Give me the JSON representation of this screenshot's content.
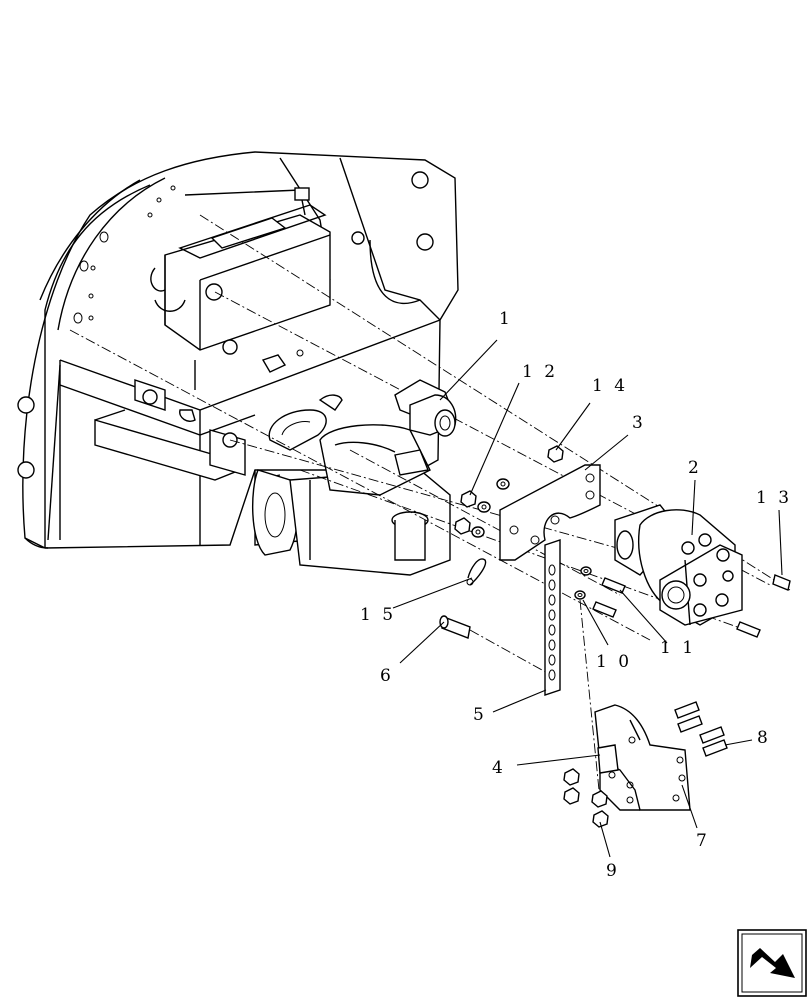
{
  "callouts": [
    {
      "id": "1",
      "label": "1"
    },
    {
      "id": "2",
      "label": "2"
    },
    {
      "id": "3",
      "label": "3"
    },
    {
      "id": "4",
      "label": "4"
    },
    {
      "id": "5",
      "label": "5"
    },
    {
      "id": "6",
      "label": "6"
    },
    {
      "id": "7",
      "label": "7"
    },
    {
      "id": "8",
      "label": "8"
    },
    {
      "id": "9",
      "label": "9"
    },
    {
      "id": "10",
      "label": "1 0"
    },
    {
      "id": "11",
      "label": "1 1"
    },
    {
      "id": "12",
      "label": "1 2"
    },
    {
      "id": "13",
      "label": "1 3"
    },
    {
      "id": "14",
      "label": "1 4"
    },
    {
      "id": "15",
      "label": "1 5"
    }
  ],
  "nav_icon": "next-page-arrow-icon"
}
